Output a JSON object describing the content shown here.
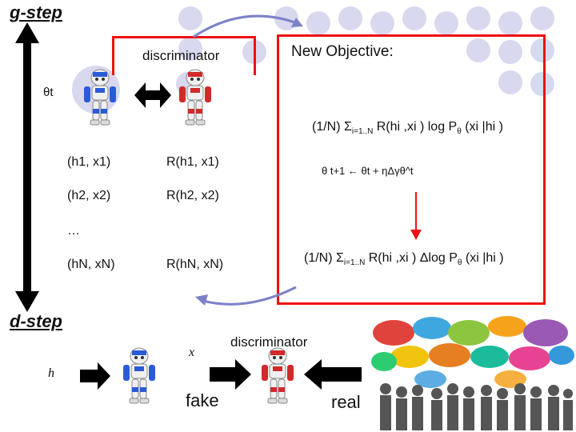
{
  "labels": {
    "g_step": "g-step",
    "d_step": "d-step",
    "discriminator_top": "discriminator",
    "new_objective": "New Objective:",
    "theta_t": "θt",
    "discriminator_bottom": "discriminator",
    "x": "x",
    "h": "h",
    "fake": "fake",
    "real": "real"
  },
  "formulas": {
    "objective_prefix": "(1/N) Σ",
    "objective_sub": "i=1..N",
    "objective_main": " R(hi ,xi ) log P",
    "objective_theta": "θ",
    "objective_tail": " (xi |hi )",
    "update": "θ t+1 ← θt + ηΔγθ^t",
    "gradient_prefix": "(1/N) Σ",
    "gradient_sub": "i=1..N",
    "gradient_main": " R(hi ,xi ) Δlog P",
    "gradient_theta": "θ",
    "gradient_tail": " (xi |hi )"
  },
  "pairs": [
    {
      "left": "(h1, x1)",
      "right": "R(h1, x1)"
    },
    {
      "left": "(h2, x2)",
      "right": "R(h2, x2)"
    },
    {
      "left": "…",
      "right": ""
    },
    {
      "left": "(hN, xN)",
      "right": "R(hN, xN)"
    }
  ],
  "colors": {
    "accent_red": "#ee1111",
    "arrow_blue": "#7b82c9",
    "circle_fill": "#d8d8ef",
    "robot_blue": "#2a5bd7",
    "robot_red": "#d12a2a"
  },
  "icons": [
    "double-arrow-icon",
    "vertical-double-arrow-icon",
    "right-arrow-icon",
    "left-arrow-icon",
    "curved-arrow-icon",
    "red-down-arrow-icon",
    "robot-blue-icon",
    "robot-red-icon",
    "crowd-icon"
  ]
}
